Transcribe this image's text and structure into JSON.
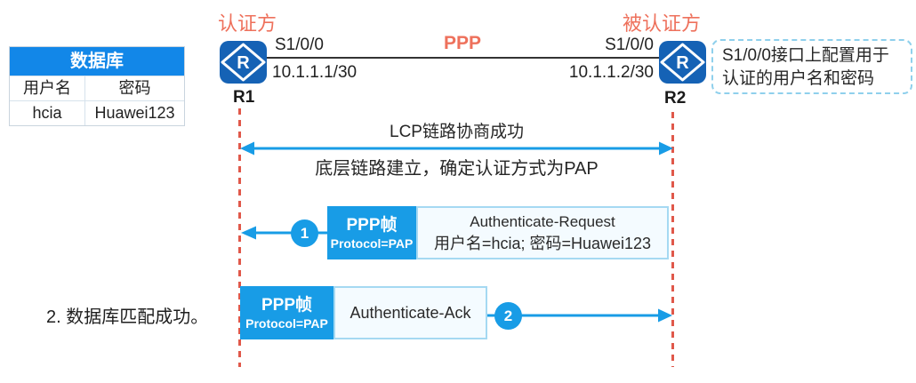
{
  "db": {
    "title": "数据库",
    "headers": [
      "用户名",
      "密码"
    ],
    "rows": [
      [
        "hcia",
        "Huawei123"
      ]
    ]
  },
  "roles": {
    "left": "认证方",
    "right": "被认证方"
  },
  "routers": {
    "left": {
      "name": "R1",
      "iface": "S1/0/0",
      "ip": "10.1.1.1/30",
      "icon_letter": "R"
    },
    "right": {
      "name": "R2",
      "iface": "S1/0/0",
      "ip": "10.1.1.2/30",
      "icon_letter": "R"
    }
  },
  "link": {
    "protocol": "PPP"
  },
  "note": {
    "line1": "S1/0/0接口上配置用于",
    "line2": "认证的用户名和密码"
  },
  "lcp": {
    "title": "LCP链路协商成功",
    "subtitle": "底层链路建立，确定认证方式为PAP"
  },
  "messages": [
    {
      "step": "1",
      "direction": "left",
      "frame_title": "PPP帧",
      "frame_subtitle": "Protocol=PAP",
      "payload_line1": "Authenticate-Request",
      "payload_line2": "用户名=hcia; 密码=Huawei123"
    },
    {
      "step": "2",
      "direction": "right",
      "frame_title": "PPP帧",
      "frame_subtitle": "Protocol=PAP",
      "payload_line1": "Authenticate-Ack"
    }
  ],
  "caption": "2. 数据库匹配成功。",
  "colors": {
    "accent_blue": "#189ce6",
    "table_header_blue": "#1287e8",
    "router_blue": "#1562b5",
    "coral_label": "#ee715c",
    "lifeline_red": "#e0584a",
    "payload_bg": "#f4fbff",
    "payload_border": "#a5d9f2",
    "link_line": "#333333"
  }
}
